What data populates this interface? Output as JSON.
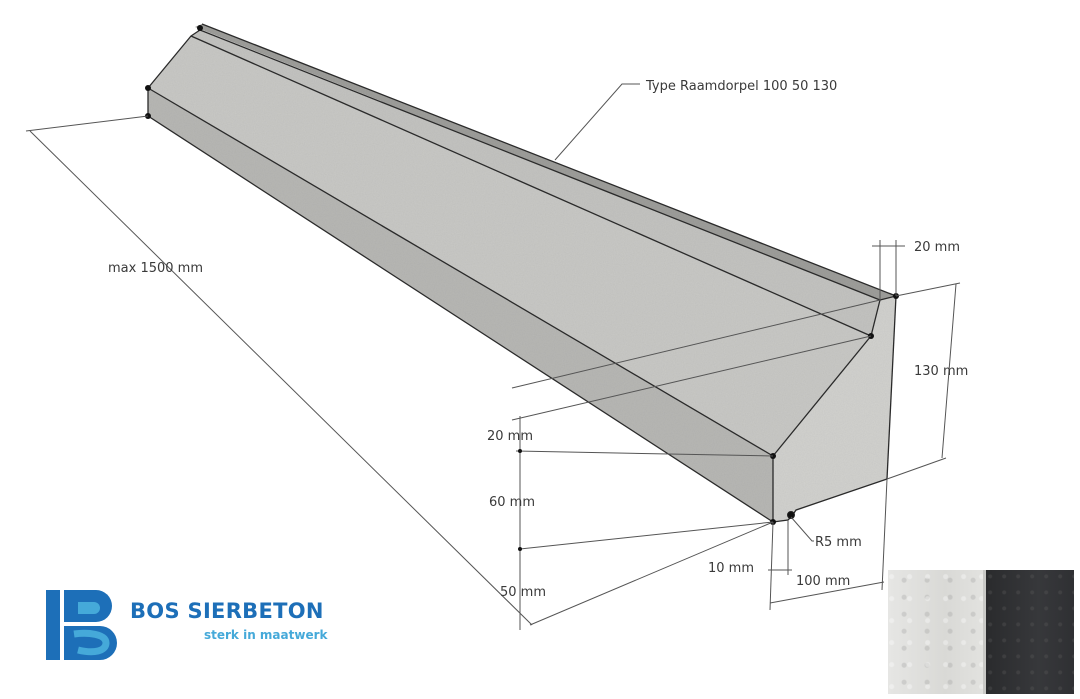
{
  "diagram": {
    "type_label": "Type Raamdorpel 100 50 130",
    "dimensions": {
      "length": "max 1500 mm",
      "top_step": "20 mm",
      "height": "130 mm",
      "front_step": "20 mm",
      "slope_height": "60 mm",
      "front_height": "50 mm",
      "drip_offset": "10 mm",
      "radius": "R5 mm",
      "width": "100 mm"
    }
  },
  "brand": {
    "name_part1": "BOS",
    "name_part2": "SIERBETON",
    "tagline": "sterk in maatwerk"
  },
  "swatch": {
    "light_color": "#dededb",
    "dark_color": "#323336"
  },
  "colors": {
    "brand_blue": "#1d6fb8",
    "brand_light_blue": "#45a9d9"
  }
}
